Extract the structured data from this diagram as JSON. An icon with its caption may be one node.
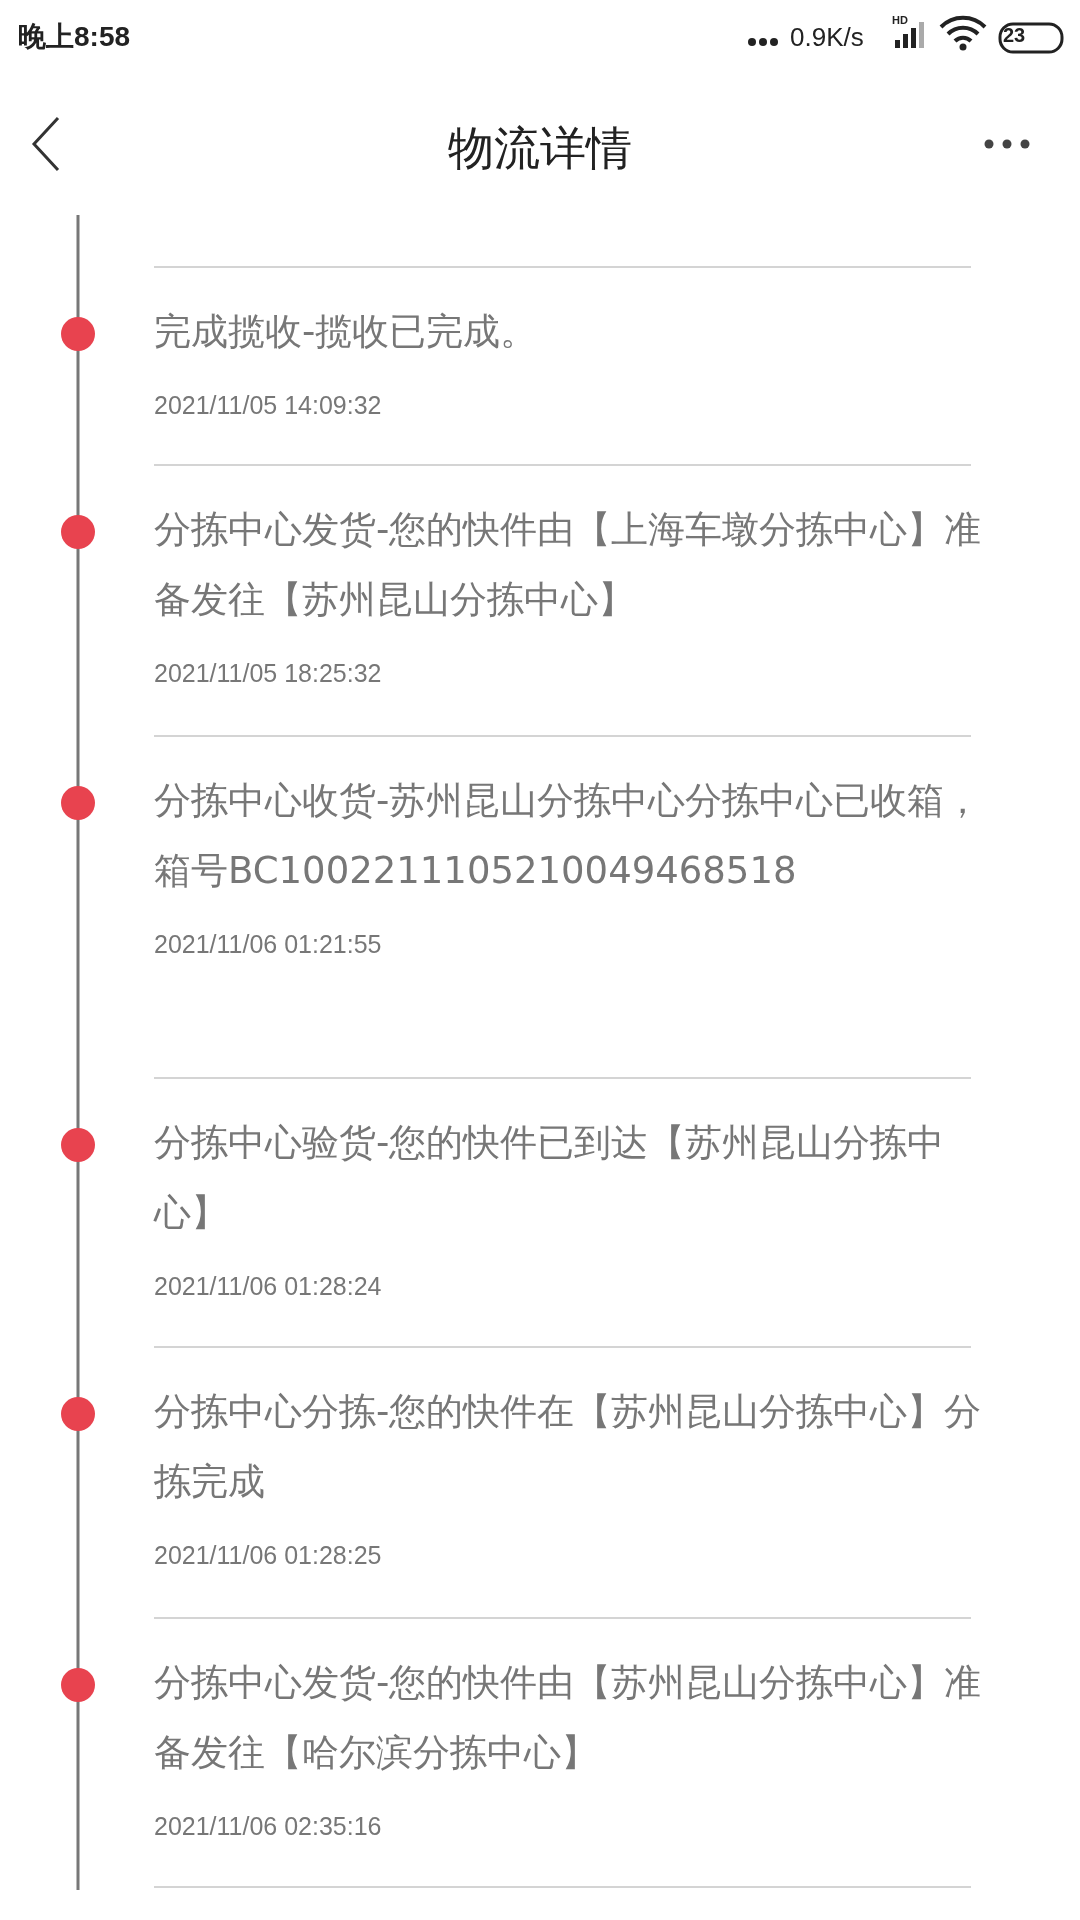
{
  "diagram": {
    "title": "物流详情",
    "nodes": [
      {
        "text": [
          "完成揽收-揽收已完成。",
          "2021/11/05 14:09:32"
        ]
      },
      {
        "text": [
          "分拣中心发货-您的快件由【上海车墩分拣中心】准备发往【苏州昆山分拣中心】",
          "2021/11/05 18:25:32"
        ]
      },
      {
        "text": [
          "分拣中心收货-苏州昆山分拣中心分拣中心已收箱，箱号BC1002211105210049468518",
          "2021/11/06 01:21:55"
        ]
      },
      {
        "text": [
          "分拣中心验货-您的快件已到达【苏州昆山分拣中心】",
          "2021/11/06 01:28:24"
        ]
      },
      {
        "text": [
          "分拣中心分拣-您的快件在【苏州昆山分拣中心】分拣完成",
          "2021/11/06 01:28:25"
        ]
      },
      {
        "text": [
          "分拣中心发货-您的快件由【苏州昆山分拣中心】准备发往【哈尔滨分拣中心】",
          "2021/11/06 02:35:16"
        ]
      }
    ],
    "labels": [
      "晚上8:58",
      "0.9K/s",
      "HD",
      "23"
    ]
  }
}
